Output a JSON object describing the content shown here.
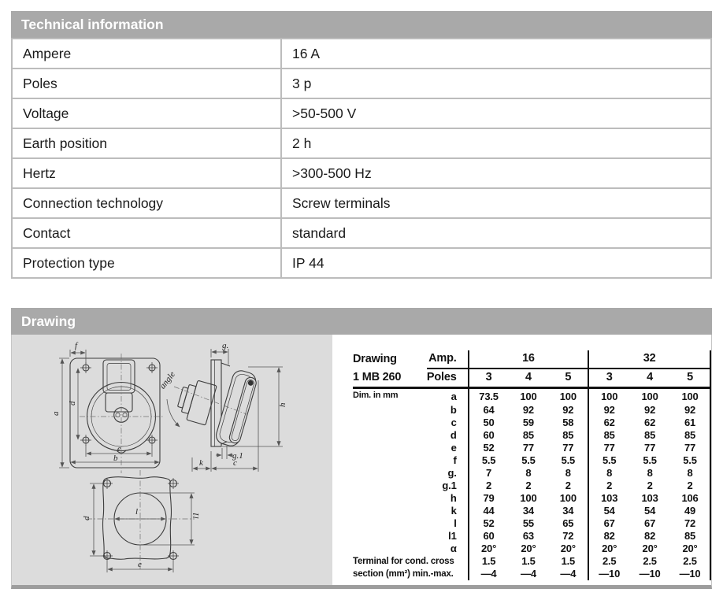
{
  "colors": {
    "section_header_bg": "#a9a9a9",
    "section_header_text": "#ffffff",
    "spec_table_border": "#bcbcbc",
    "drawing_background": "#dcdcdc",
    "drawing_line": "#3d3d3d",
    "bottom_strip": "#9d9d9d",
    "dim_table_line": "#111111"
  },
  "technical_information": {
    "title": "Technical information",
    "rows": [
      {
        "label": "Ampere",
        "value": "16 A"
      },
      {
        "label": "Poles",
        "value": "3 p"
      },
      {
        "label": "Voltage",
        "value": ">50-500 V"
      },
      {
        "label": "Earth position",
        "value": "2 h"
      },
      {
        "label": "Hertz",
        "value": ">300-500 Hz"
      },
      {
        "label": "Connection technology",
        "value": "Screw terminals"
      },
      {
        "label": "Contact",
        "value": "standard"
      },
      {
        "label": "Protection type",
        "value": "IP 44"
      }
    ]
  },
  "drawing": {
    "title": "Drawing",
    "front_view_labels": {
      "f": "f",
      "a": "a",
      "d": "d",
      "e": "e",
      "b": "b"
    },
    "side_view_labels": {
      "g": "g.",
      "angle": "angle",
      "h": "h",
      "g1": "g.1",
      "k": "k",
      "c": "c"
    },
    "cutout_view_labels": {
      "d": "d",
      "l": "l",
      "l1": "l1",
      "e": "e"
    },
    "dim_table": {
      "corner_top": "Drawing",
      "corner_bottom": "1 MB 260",
      "amp_label": "Amp.",
      "poles_label": "Poles",
      "amp_16": "16",
      "amp_32": "32",
      "poles_cols": [
        "3",
        "4",
        "5",
        "3",
        "4",
        "5"
      ],
      "dim_note": "Dim. in mm",
      "rows": [
        {
          "label": "a",
          "values": [
            "73.5",
            "100",
            "100",
            "100",
            "100",
            "100"
          ]
        },
        {
          "label": "b",
          "values": [
            "64",
            "92",
            "92",
            "92",
            "92",
            "92"
          ]
        },
        {
          "label": "c",
          "values": [
            "50",
            "59",
            "58",
            "62",
            "62",
            "61"
          ]
        },
        {
          "label": "d",
          "values": [
            "60",
            "85",
            "85",
            "85",
            "85",
            "85"
          ]
        },
        {
          "label": "e",
          "values": [
            "52",
            "77",
            "77",
            "77",
            "77",
            "77"
          ]
        },
        {
          "label": "f",
          "values": [
            "5.5",
            "5.5",
            "5.5",
            "5.5",
            "5.5",
            "5.5"
          ]
        },
        {
          "label": "g.",
          "values": [
            "7",
            "8",
            "8",
            "8",
            "8",
            "8"
          ]
        },
        {
          "label": "g.1",
          "values": [
            "2",
            "2",
            "2",
            "2",
            "2",
            "2"
          ]
        },
        {
          "label": "h",
          "values": [
            "79",
            "100",
            "100",
            "103",
            "103",
            "106"
          ]
        },
        {
          "label": "k",
          "values": [
            "44",
            "34",
            "34",
            "54",
            "54",
            "49"
          ]
        },
        {
          "label": "l",
          "values": [
            "52",
            "55",
            "65",
            "67",
            "67",
            "72"
          ]
        },
        {
          "label": "l1",
          "values": [
            "60",
            "63",
            "72",
            "82",
            "82",
            "85"
          ]
        },
        {
          "label": "α",
          "values": [
            "20°",
            "20°",
            "20°",
            "20°",
            "20°",
            "20°"
          ]
        }
      ],
      "terminal_row": {
        "label_line1": "Terminal for cond. cross",
        "label_line2": "section (mm²) min.-max.",
        "values_line1": [
          "1.5",
          "1.5",
          "1.5",
          "2.5",
          "2.5",
          "2.5"
        ],
        "values_line2": [
          "—4",
          "—4",
          "—4",
          "—10",
          "—10",
          "—10"
        ]
      }
    }
  }
}
